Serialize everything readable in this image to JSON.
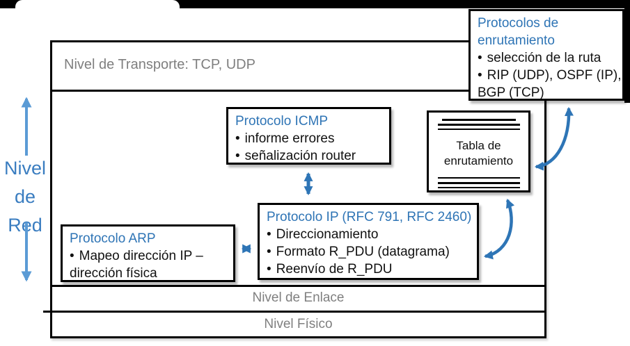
{
  "ui": {
    "bullet_char": "•"
  },
  "colors": {
    "title_blue": "#2e74b5",
    "arrow_blue": "#2e75b6",
    "side_arrow_blue": "#5b9bd5",
    "side_label_blue": "#3a7dc0",
    "layer_gray": "#7f7f7f",
    "body_black": "#111111",
    "frame_black": "#000000"
  },
  "layers": {
    "transport_label": "Nivel de Transporte: TCP, UDP",
    "link_label": "Nivel de Enlace",
    "physical_label": "Nivel Físico"
  },
  "side_label": {
    "text": "Nivel de Red",
    "lines": [
      "Nivel",
      "de",
      "Red"
    ]
  },
  "boxes": {
    "icmp": {
      "title": "Protocolo ICMP",
      "bullets": [
        "informe errores",
        "señalización router"
      ]
    },
    "routing_protocols": {
      "title": "Protocolos de enrutamiento",
      "bullet1": "selección de la ruta",
      "bullet2_line1": "RIP (UDP), OSPF (IP),",
      "bullet2_cont": "BGP (TCP)"
    },
    "routing_table": {
      "label": "Tabla de enrutamiento"
    },
    "ip": {
      "title": "Protocolo IP (RFC 791, RFC 2460)",
      "bullets": [
        "Direccionamiento",
        "Formato R_PDU (datagrama)",
        "Reenvío de R_PDU"
      ]
    },
    "arp": {
      "title": "Protocolo ARP",
      "bullet1_line1": "Mapeo dirección IP –",
      "bullet1_cont": "dirección física"
    }
  },
  "arrows": [
    {
      "name": "icmp-ip-arrow",
      "type": "vertical-double"
    },
    {
      "name": "arp-ip-arrow",
      "type": "horizontal-double"
    },
    {
      "name": "ip-routing-table-arrow",
      "type": "curved-double"
    },
    {
      "name": "routing-table-protocols-arrow",
      "type": "curved-double"
    },
    {
      "name": "network-level-up-arrow",
      "type": "up"
    },
    {
      "name": "network-level-down-arrow",
      "type": "down"
    }
  ]
}
